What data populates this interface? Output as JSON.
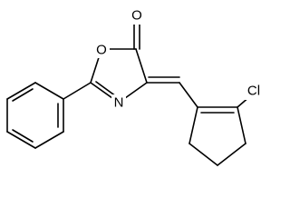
{
  "molecule": {
    "atoms": {
      "carbonyl_oxygen": "O",
      "ring_oxygen": "O",
      "ring_nitrogen": "N",
      "chlorine": "Cl"
    }
  },
  "colors": {
    "bond": "#000000",
    "label": "#000000",
    "background": "#ffffff"
  }
}
